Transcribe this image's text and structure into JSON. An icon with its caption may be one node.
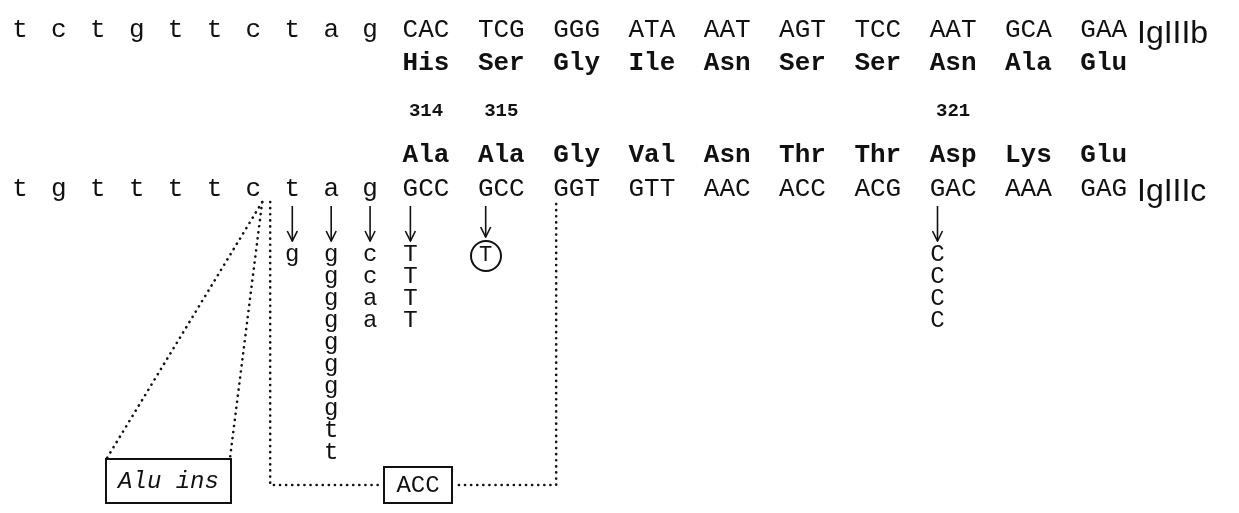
{
  "diagram": {
    "nodes": [
      {
        "text": [
          "c"
        ]
      },
      {
        "text": [
          "t"
        ]
      },
      {
        "text": [
          "a"
        ]
      },
      {
        "text": [
          "g"
        ]
      },
      {
        "text": [
          "GCC"
        ]
      },
      {
        "text": [
          "GCC"
        ]
      },
      {
        "text": [
          "GGT"
        ]
      },
      {
        "text": [
          "GAC"
        ]
      },
      {
        "text": [
          "g"
        ]
      },
      {
        "text": [
          "g g g g g g g g t t"
        ]
      },
      {
        "text": [
          "c c a a"
        ]
      },
      {
        "text": [
          "T T T T"
        ]
      },
      {
        "text": [
          "T"
        ]
      },
      {
        "text": [
          "C C C C"
        ]
      },
      {
        "text": [
          "Alu ins"
        ]
      },
      {
        "text": [
          "ACC"
        ]
      }
    ],
    "edges": [
      {
        "from": 1,
        "to": 8,
        "arrow": "to"
      },
      {
        "from": 2,
        "to": 9,
        "arrow": "to"
      },
      {
        "from": 3,
        "to": 10,
        "arrow": "to"
      },
      {
        "from": 4,
        "to": 11,
        "arrow": "to"
      },
      {
        "from": 5,
        "to": 12,
        "arrow": "to"
      },
      {
        "from": 7,
        "to": 13,
        "arrow": "to"
      },
      {
        "from": 0,
        "to": 14,
        "arrow": "none",
        "style": "dashed"
      },
      {
        "from": 0,
        "to": 14,
        "arrow": "none",
        "style": "dashed"
      },
      {
        "from": 0,
        "to": 15,
        "arrow": "none",
        "style": "dashed"
      },
      {
        "from": 6,
        "to": 15,
        "arrow": "none",
        "style": "dashed"
      }
    ],
    "labels": [
      "t",
      "c",
      "t",
      "g",
      "t",
      "t",
      "c",
      "t",
      "a",
      "g",
      "CAC",
      "TCG",
      "GGG",
      "ATA",
      "AAT",
      "AGT",
      "TCC",
      "AAT",
      "GCA",
      "GAA",
      "IgIIIb",
      "His",
      "Ser",
      "Gly",
      "Ile",
      "Asn",
      "Ser",
      "Ser",
      "Asn",
      "Ala",
      "Glu",
      "314",
      "315",
      "321",
      "Ala",
      "Ala",
      "Gly",
      "Val",
      "Asn",
      "Thr",
      "Thr",
      "Asp",
      "Lys",
      "Glu",
      "t",
      "g",
      "t",
      "t",
      "t",
      "t",
      "GTT",
      "AAC",
      "ACC",
      "ACG",
      "AAA",
      "GAG",
      "IgIIIc"
    ]
  }
}
